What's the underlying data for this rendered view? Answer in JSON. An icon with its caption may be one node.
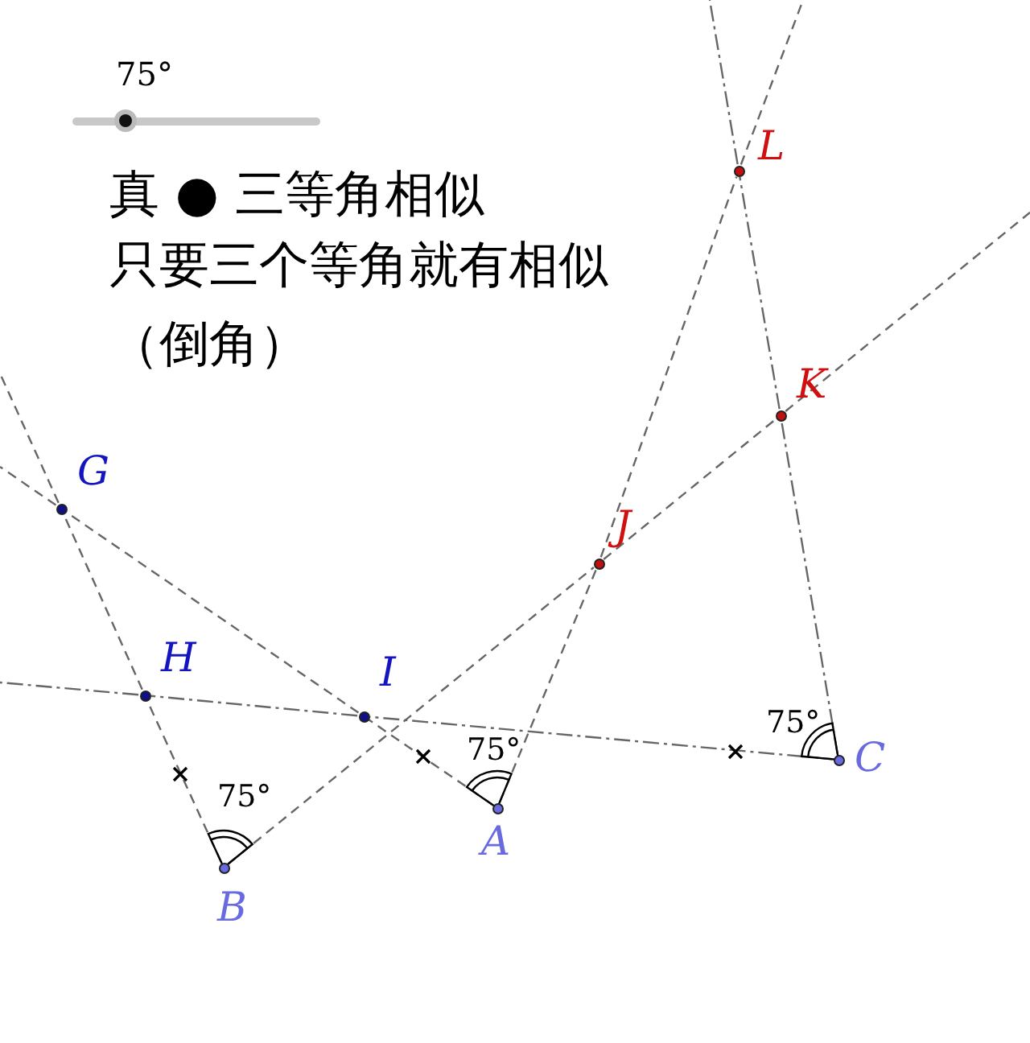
{
  "diagram": {
    "nodes": [
      {
        "text": [
          "L"
        ]
      },
      {
        "text": [
          "K"
        ]
      },
      {
        "text": [
          "G"
        ]
      },
      {
        "text": [
          "J"
        ]
      },
      {
        "text": [
          "H"
        ]
      },
      {
        "text": [
          "I"
        ]
      },
      {
        "text": [
          "C"
        ]
      },
      {
        "text": [
          "A"
        ]
      },
      {
        "text": [
          "B"
        ]
      }
    ],
    "edges": [
      {
        "from": 8,
        "to": 4,
        "arrow": "none",
        "style": "dashed"
      },
      {
        "from": 4,
        "to": 2,
        "arrow": "none",
        "style": "dashed"
      },
      {
        "from": 8,
        "to": 3,
        "arrow": "none",
        "style": "dashed"
      },
      {
        "from": 3,
        "to": 1,
        "arrow": "none",
        "style": "dashed"
      },
      {
        "from": 7,
        "to": 5,
        "arrow": "none",
        "style": "dashed"
      },
      {
        "from": 5,
        "to": 2,
        "arrow": "none",
        "style": "dashed"
      },
      {
        "from": 7,
        "to": 3,
        "arrow": "none",
        "style": "dashed"
      },
      {
        "from": 3,
        "to": 0,
        "arrow": "none",
        "style": "dashed"
      },
      {
        "from": 6,
        "to": 5,
        "arrow": "none",
        "style": "dashed"
      },
      {
        "from": 5,
        "to": 4,
        "arrow": "none",
        "style": "dashed"
      },
      {
        "from": 6,
        "to": 1,
        "arrow": "none",
        "style": "dashed"
      },
      {
        "from": 1,
        "to": 0,
        "arrow": "none",
        "style": "dashed"
      }
    ],
    "labels": [
      "75°",
      "真 ● 三等角相似",
      "只要三个等角就有相似",
      "（倒角）",
      "75°",
      "75°",
      "75°"
    ]
  }
}
